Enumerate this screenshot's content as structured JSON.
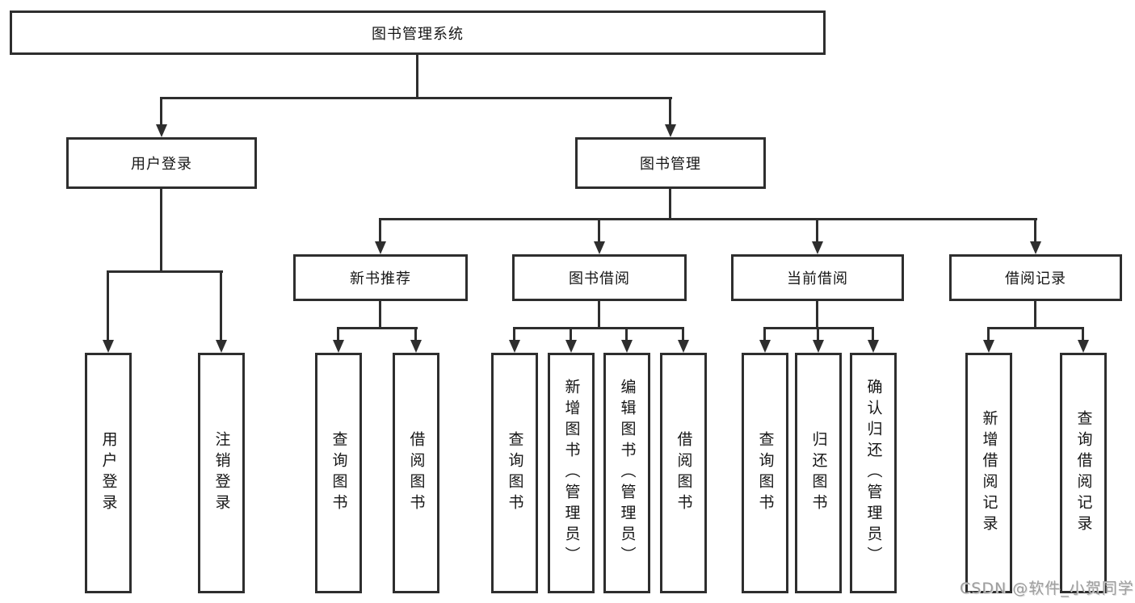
{
  "diagram": {
    "type": "tree-flowchart",
    "orientation": "top-down",
    "colors": {
      "background": "#ffffff",
      "line": "#2e2e2e",
      "box_border": "#2e2e2e",
      "text": "#161616",
      "watermark": "#9e9e9e"
    }
  },
  "tree": {
    "label": "图书管理系统",
    "children": [
      {
        "label": "用户登录",
        "children": [
          {
            "label": "用户登录"
          },
          {
            "label": "注销登录"
          }
        ]
      },
      {
        "label": "图书管理",
        "children": [
          {
            "label": "新书推荐",
            "children": [
              {
                "label": "查询图书"
              },
              {
                "label": "借阅图书"
              }
            ]
          },
          {
            "label": "图书借阅",
            "children": [
              {
                "label": "查询图书"
              },
              {
                "label": "新增图书（管理员）"
              },
              {
                "label": "编辑图书（管理员）"
              },
              {
                "label": "借阅图书"
              }
            ]
          },
          {
            "label": "当前借阅",
            "children": [
              {
                "label": "查询图书"
              },
              {
                "label": "归还图书"
              },
              {
                "label": "确认归还（管理员）"
              }
            ]
          },
          {
            "label": "借阅记录",
            "children": [
              {
                "label": "新增借阅记录"
              },
              {
                "label": "查询借阅记录"
              }
            ]
          }
        ]
      }
    ]
  },
  "watermark": {
    "text": "CSDN @软件_小贺同学"
  }
}
